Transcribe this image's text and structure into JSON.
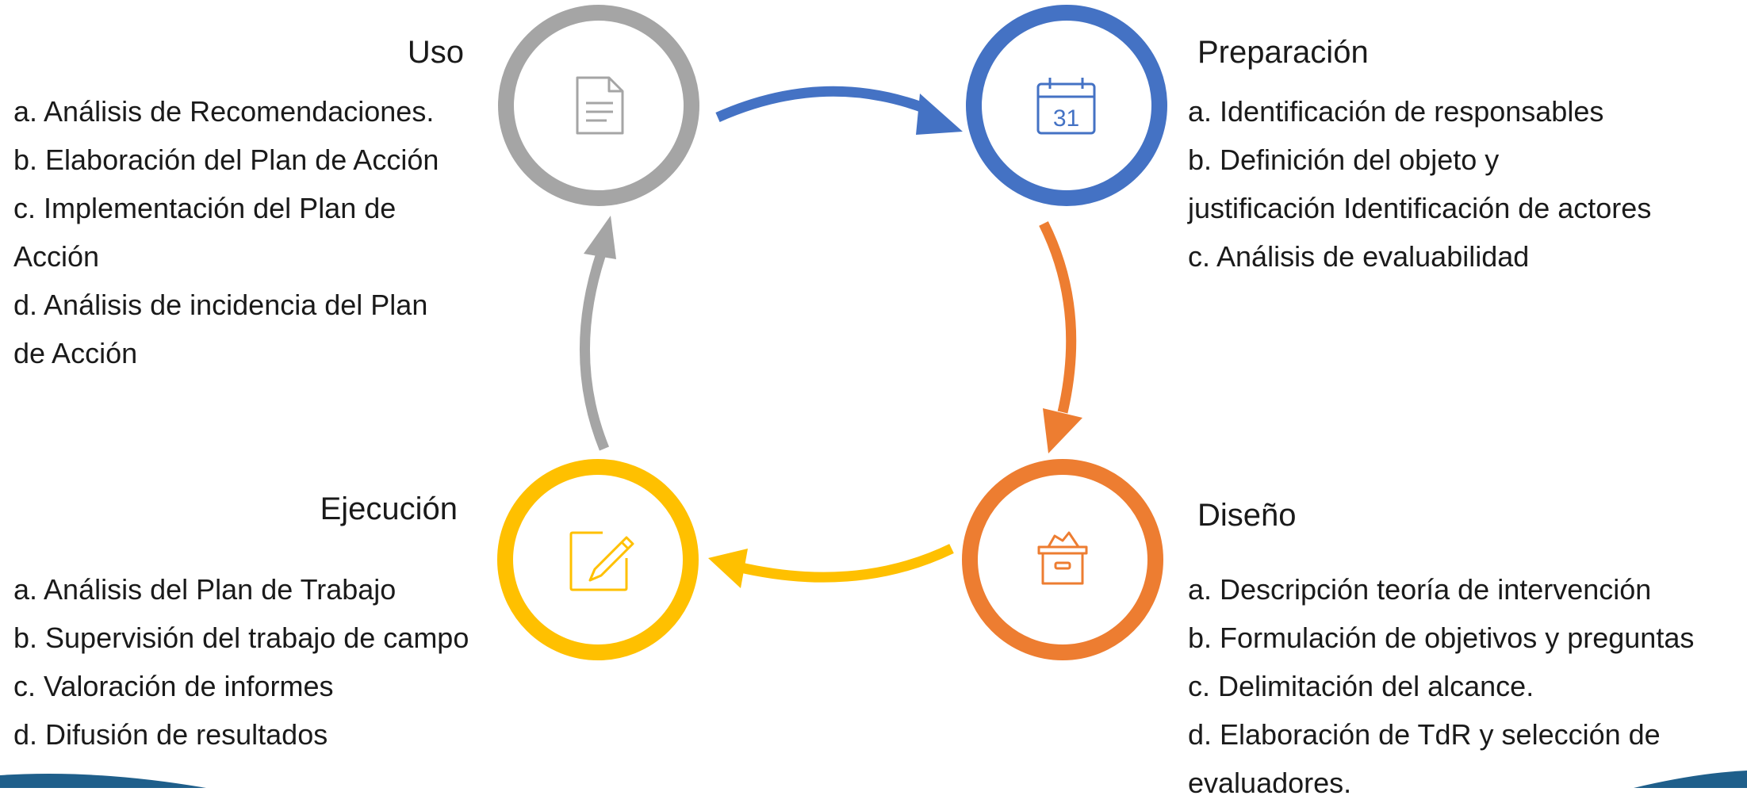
{
  "colors": {
    "uso": "#a5a5a5",
    "preparacion": "#4472c4",
    "diseno": "#ed7d31",
    "ejecucion": "#ffc000",
    "footer": "#1f5f8b"
  },
  "stages": {
    "uso": {
      "title": "Uso",
      "icon": "document-icon",
      "items": [
        "a. Análisis de Recomendaciones.",
        "b. Elaboración del Plan de Acción",
        "c. Implementación del Plan de",
        "Acción",
        "d. Análisis de incidencia del Plan",
        "de Acción"
      ]
    },
    "preparacion": {
      "title": "Preparación",
      "icon": "calendar-icon",
      "calendar_day": "31",
      "items": [
        "a. Identificación de responsables",
        "b. Definición del objeto y",
        "justificación Identificación de actores",
        "c. Análisis de evaluabilidad"
      ]
    },
    "diseno": {
      "title": "Diseño",
      "icon": "archive-box-icon",
      "items": [
        "a. Descripción teoría de intervención",
        "b. Formulación de objetivos y preguntas",
        "c. Delimitación del alcance.",
        "d. Elaboración de TdR y selección de",
        "evaluadores."
      ]
    },
    "ejecucion": {
      "title": "Ejecución",
      "icon": "edit-pencil-icon",
      "items": [
        "a. Análisis del Plan de Trabajo",
        "b. Supervisión del trabajo de campo",
        "c. Valoración de informes",
        "d. Difusión de resultados"
      ]
    }
  }
}
